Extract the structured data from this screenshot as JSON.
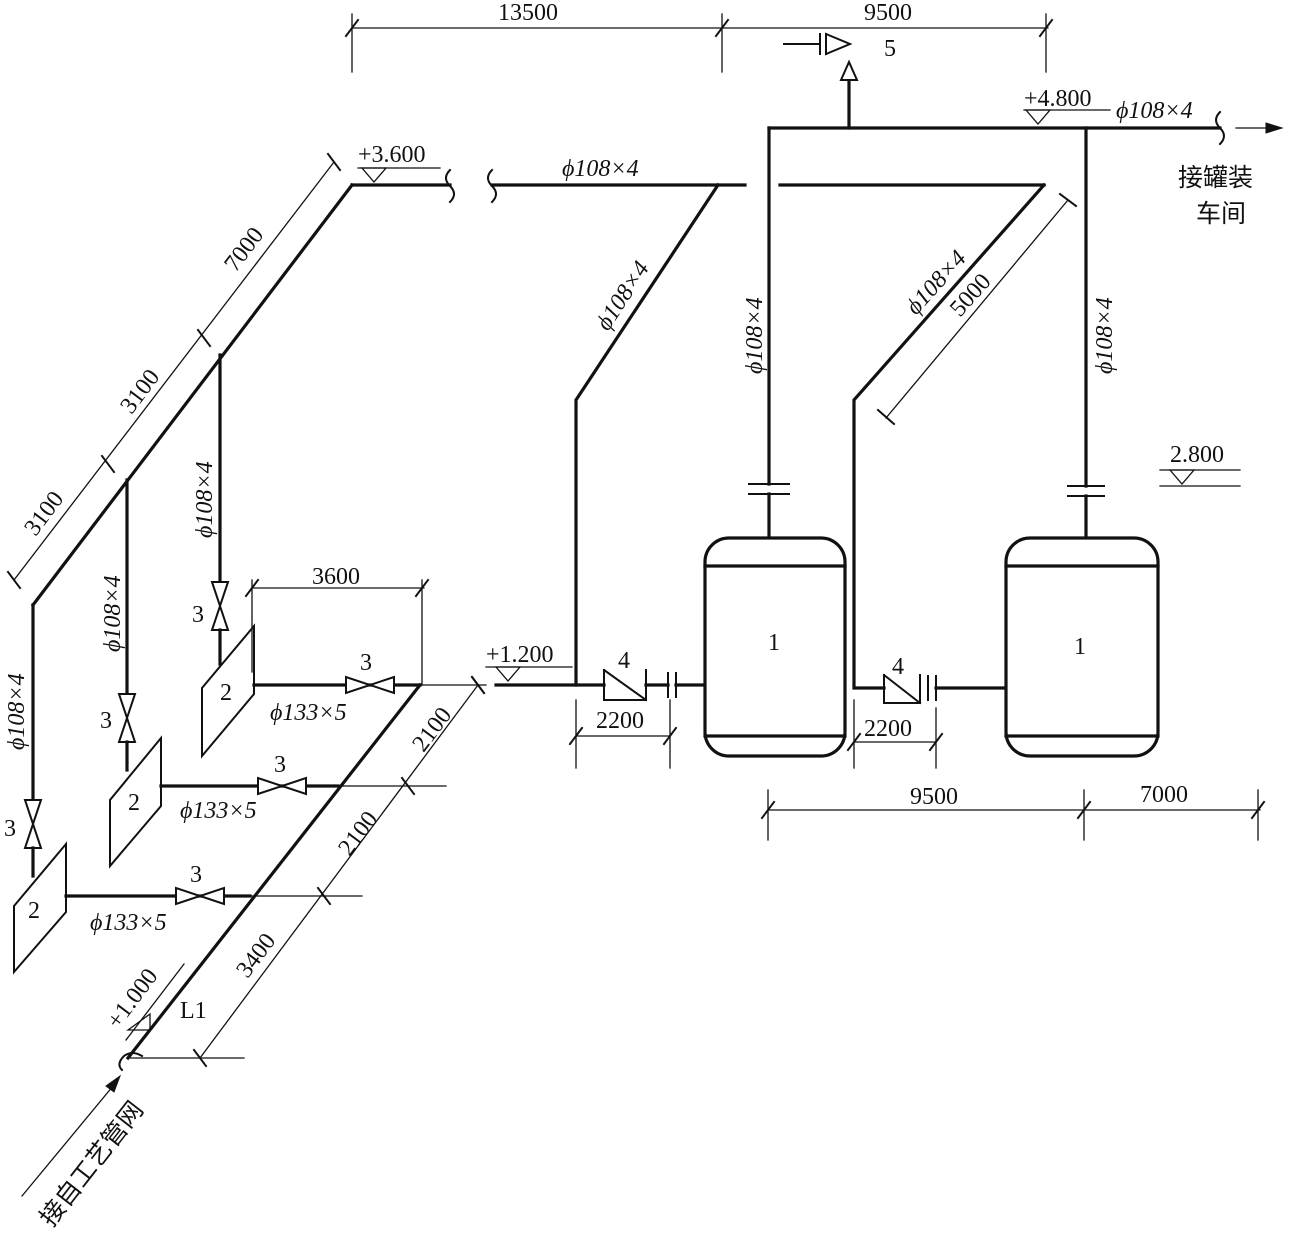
{
  "labels": {
    "pipe_108": "ϕ108×4",
    "pipe_133": "ϕ133×5",
    "tank_id": "1",
    "filter_id": "2",
    "valve_id": "3",
    "check_valve_id": "4",
    "item5_id": "5",
    "line_id": "L1"
  },
  "elevations": {
    "e_4800": "+4.800",
    "e_3600": "+3.600",
    "e_2800": "2.800",
    "e_1200": "+1.200",
    "e_1000": "+1.000"
  },
  "dimensions": {
    "top_a": "13500",
    "top_b": "9500",
    "d7000_diag": "7000",
    "d3100_a": "3100",
    "d3100_b": "3100",
    "d3600": "3600",
    "d2100_a": "2100",
    "d2100_b": "2100",
    "d3400": "3400",
    "d2200_a": "2200",
    "d2200_b": "2200",
    "d5000": "5000",
    "bottom_a": "9500",
    "bottom_b": "7000"
  },
  "notes": {
    "to_workshop_1": "接罐装",
    "to_workshop_2": "车间",
    "from_network": "接自工艺管网"
  }
}
